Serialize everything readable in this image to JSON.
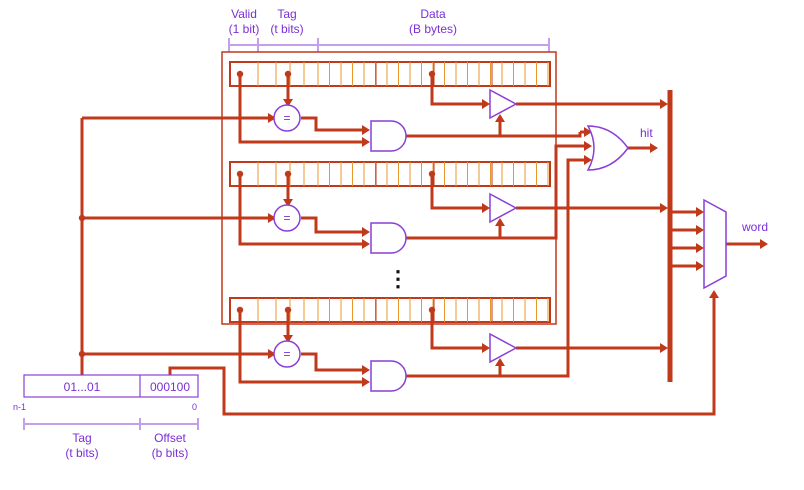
{
  "header": {
    "valid": {
      "line1": "Valid",
      "line2": "(1 bit)"
    },
    "tag": {
      "line1": "Tag",
      "line2": "(t bits)"
    },
    "data": {
      "line1": "Data",
      "line2": "(B bytes)"
    }
  },
  "gates": {
    "comparator_symbol": "="
  },
  "outputs": {
    "hit": "hit",
    "word": "word"
  },
  "ellipsis": "⋮",
  "address": {
    "tag_value": "01...01",
    "offset_value": "000100",
    "msb_index": "n-1",
    "lsb_index": "0",
    "tag_label": {
      "line1": "Tag",
      "line2": "(t bits)"
    },
    "offset_label": {
      "line1": "Offset",
      "line2": "(b bits)"
    }
  },
  "colors": {
    "wire": "#c0391b",
    "cell_border": "#e8962e",
    "label": "#7b2fd6",
    "gate_outline": "#8a3fd8"
  }
}
